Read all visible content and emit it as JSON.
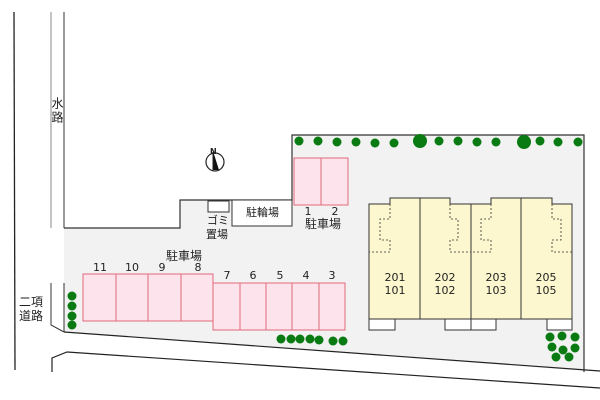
{
  "labels": {
    "waterway": "水路",
    "side_road": "二項\n道路",
    "side_road_line1": "二項",
    "side_road_line2": "道路",
    "bicycle_parking": "駐輪場",
    "garbage_line1": "ゴミ",
    "garbage_line2": "置場",
    "parking_main": "駐車場",
    "parking_top": "駐車場",
    "north": "N"
  },
  "parking_top": {
    "spaces": [
      "1",
      "2"
    ]
  },
  "parking_bottom_left": {
    "spaces": [
      "11",
      "10",
      "9",
      "8"
    ]
  },
  "parking_bottom_right": {
    "spaces": [
      "7",
      "6",
      "5",
      "4",
      "3"
    ]
  },
  "units": [
    {
      "upper": "201",
      "lower": "101"
    },
    {
      "upper": "202",
      "lower": "102"
    },
    {
      "upper": "203",
      "lower": "103"
    },
    {
      "upper": "205",
      "lower": "105"
    }
  ],
  "colors": {
    "lot_fill": "#f2f2f2",
    "parking_fill": "#fde3ec",
    "parking_stroke": "#e06a7a",
    "building_fill": "#fdf7cf",
    "tree": "#0a7a12",
    "line": "#333333"
  }
}
